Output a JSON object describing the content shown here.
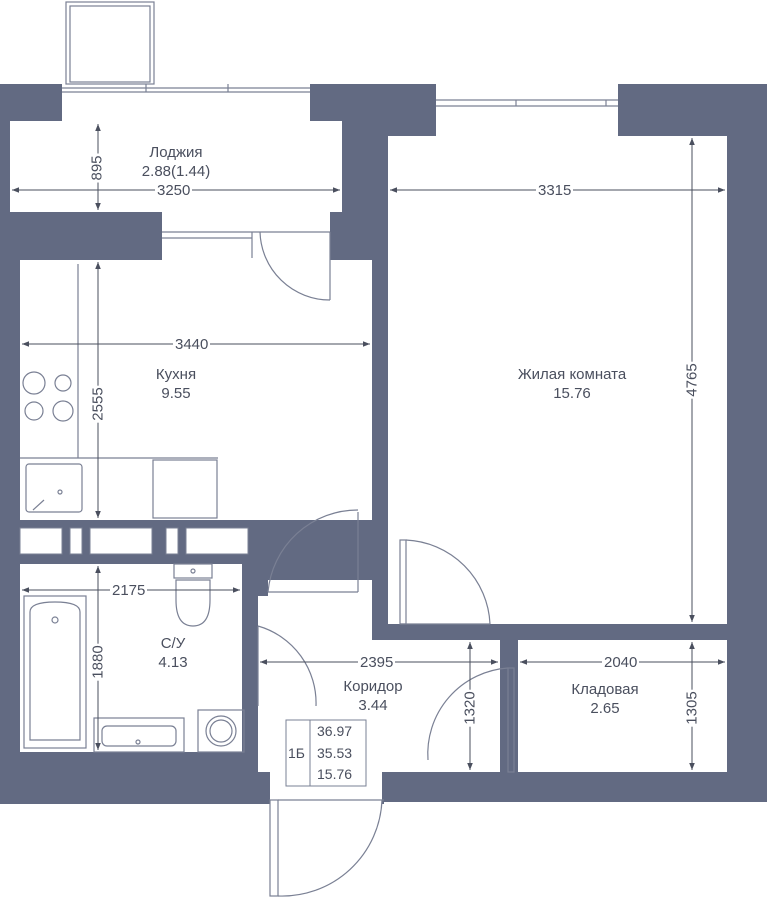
{
  "colors": {
    "wall": "#626a82",
    "line": "#7a8094",
    "dim": "#4a4f5e"
  },
  "rooms": {
    "loggia": {
      "name": "Лоджия",
      "area": "2.88(1.44)"
    },
    "kitchen": {
      "name": "Кухня",
      "area": "9.55"
    },
    "living": {
      "name": "Жилая комната",
      "area": "15.76"
    },
    "bathroom": {
      "name": "С/У",
      "area": "4.13"
    },
    "corridor": {
      "name": "Коридор",
      "area": "3.44"
    },
    "storage": {
      "name": "Кладовая",
      "area": "2.65"
    }
  },
  "dimensions": {
    "loggia_height": "895",
    "loggia_width": "3250",
    "living_width": "3315",
    "living_height": "4765",
    "kitchen_width": "3440",
    "kitchen_height": "2555",
    "bathroom_width": "2175",
    "bathroom_height": "1880",
    "corridor_width": "2395",
    "corridor_height": "1320",
    "storage_width": "2040",
    "storage_height": "1305"
  },
  "stamp": {
    "type": "1Б",
    "total": "36.97",
    "living_total": "35.53",
    "living": "15.76"
  }
}
